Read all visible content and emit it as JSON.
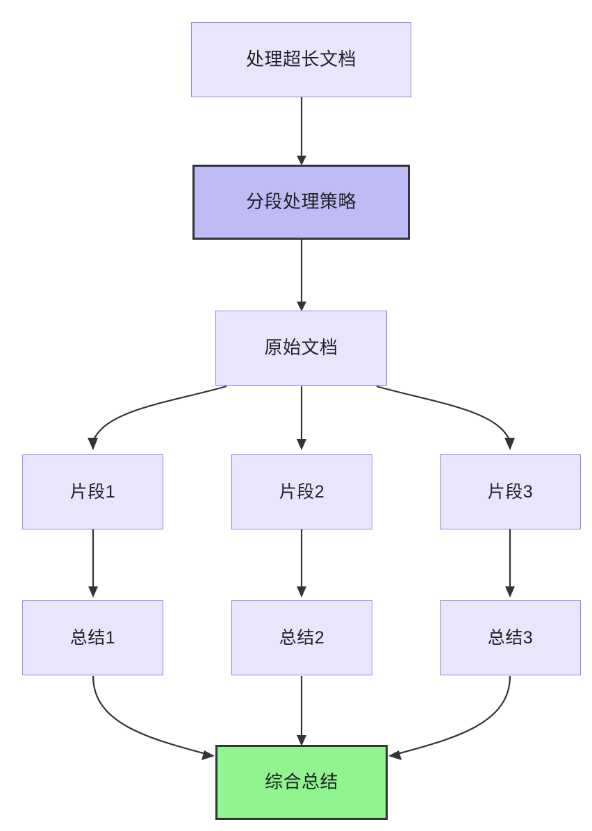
{
  "diagram": {
    "type": "flowchart",
    "direction": "top-to-bottom",
    "background_color": "#ffffff",
    "nodes": {
      "start": {
        "label": "处理超长文档",
        "fill": "#e8e6fc",
        "border": "#9a7fe8"
      },
      "strategy": {
        "label": "分段处理策略",
        "fill": "#bfbbf5",
        "border": "#333338"
      },
      "source_doc": {
        "label": "原始文档",
        "fill": "#e8e6fc",
        "border": "#9a7fe8"
      },
      "fragment_1": {
        "label": "片段1",
        "fill": "#e8e6fc",
        "border": "#9a7fe8"
      },
      "fragment_2": {
        "label": "片段2",
        "fill": "#e8e6fc",
        "border": "#9a7fe8"
      },
      "fragment_3": {
        "label": "片段3",
        "fill": "#e8e6fc",
        "border": "#9a7fe8"
      },
      "summary_1": {
        "label": "总结1",
        "fill": "#e8e6fc",
        "border": "#9a7fe8"
      },
      "summary_2": {
        "label": "总结2",
        "fill": "#e8e6fc",
        "border": "#9a7fe8"
      },
      "summary_3": {
        "label": "总结3",
        "fill": "#e8e6fc",
        "border": "#9a7fe8"
      },
      "final_summary": {
        "label": "综合总结",
        "fill": "#90f58f",
        "border": "#333338"
      }
    },
    "edges": [
      {
        "from": "start",
        "to": "strategy",
        "style": "straight",
        "arrow": "down"
      },
      {
        "from": "strategy",
        "to": "source_doc",
        "style": "straight",
        "arrow": "down"
      },
      {
        "from": "source_doc",
        "to": "fragment_1",
        "style": "curved",
        "arrow": "down"
      },
      {
        "from": "source_doc",
        "to": "fragment_2",
        "style": "straight",
        "arrow": "down"
      },
      {
        "from": "source_doc",
        "to": "fragment_3",
        "style": "curved",
        "arrow": "down"
      },
      {
        "from": "fragment_1",
        "to": "summary_1",
        "style": "straight",
        "arrow": "down"
      },
      {
        "from": "fragment_2",
        "to": "summary_2",
        "style": "straight",
        "arrow": "down"
      },
      {
        "from": "fragment_3",
        "to": "summary_3",
        "style": "straight",
        "arrow": "down"
      },
      {
        "from": "summary_1",
        "to": "final_summary",
        "style": "curved",
        "arrow": "right"
      },
      {
        "from": "summary_2",
        "to": "final_summary",
        "style": "straight",
        "arrow": "down"
      },
      {
        "from": "summary_3",
        "to": "final_summary",
        "style": "curved",
        "arrow": "left"
      }
    ]
  }
}
